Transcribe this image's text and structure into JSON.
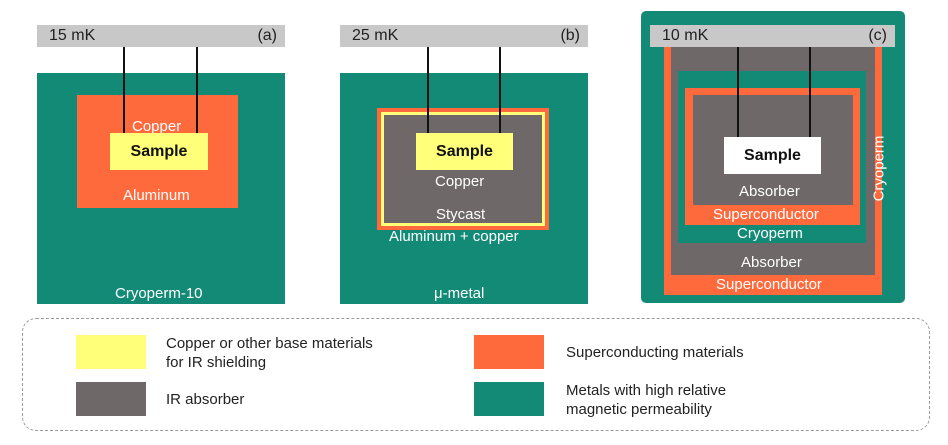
{
  "colors": {
    "teal": "#138a76",
    "orange": "#ff6a3d",
    "gray": "#6e6868",
    "yellow": "#ffff7a",
    "bar": "#c8c8c8"
  },
  "panel_a": {
    "temp": "15 mK",
    "tag": "(a)",
    "copper": "Copper",
    "sample": "Sample",
    "aluminum": "Aluminum",
    "outer": "Cryoperm-10"
  },
  "panel_b": {
    "temp": "25 mK",
    "tag": "(b)",
    "sample": "Sample",
    "copper": "Copper",
    "stycast": "Stycast",
    "alcu": "Aluminum + copper",
    "outer": "μ-metal"
  },
  "panel_c": {
    "temp": "10 mK",
    "tag": "(c)",
    "sample": "Sample",
    "absorber_inner": "Absorber",
    "super_inner": "Superconductor",
    "cryoperm_inner": "Cryoperm",
    "absorber_outer": "Absorber",
    "super_outer": "Superconductor",
    "cryoperm_outer": "Cryoperm"
  },
  "legend": {
    "yellow_line1": "Copper or other base materials",
    "yellow_line2": "for IR shielding",
    "gray": "IR absorber",
    "orange": "Superconducting materials",
    "teal_line1": "Metals with high relative",
    "teal_line2": "magnetic permeability"
  }
}
